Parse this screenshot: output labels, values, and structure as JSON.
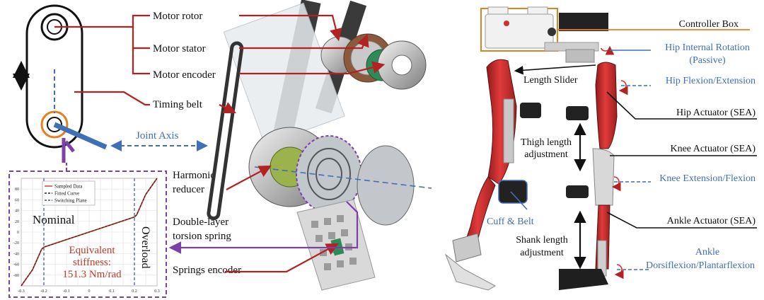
{
  "left_panel": {
    "labels": {
      "motor_rotor": "Motor rotor",
      "motor_stator": "Motor stator",
      "motor_encoder": "Motor encoder",
      "timing_belt": "Timing belt",
      "joint_axis": "Joint Axis",
      "harmonic_reducer_1": "Harmonic",
      "harmonic_reducer_2": "reducer",
      "torsion_spring_1": "Double-layer",
      "torsion_spring_2": "torsion spring",
      "springs_encoder": "Springs encoder"
    },
    "inset_chart": {
      "legend": [
        "Sampled Data",
        "Fitted Curve",
        "Switching Plane"
      ],
      "region_nominal": "Nominal",
      "region_overload": "Overload",
      "stiffness_line1": "Equivalent",
      "stiffness_line2": "stiffness:",
      "stiffness_line3": "151.3 Nm/rad"
    }
  },
  "chart_data": {
    "type": "line",
    "x": [
      -0.3,
      -0.25,
      -0.21,
      -0.2,
      0.2,
      0.21,
      0.25,
      0.3
    ],
    "series": [
      {
        "name": "Sampled Data",
        "values": [
          -100,
          -70,
          -32,
          -28,
          28,
          32,
          70,
          100
        ]
      },
      {
        "name": "Fitted Curve",
        "values": [
          -100,
          -70,
          -32,
          -28,
          28,
          32,
          70,
          100
        ]
      }
    ],
    "switching_plane_x": [
      -0.2,
      0.2
    ],
    "xticks": [
      "-0.3",
      "-0.2",
      "-0.1",
      "0",
      "0.1",
      "0.2",
      "0.3"
    ],
    "yticks": [
      "80",
      "60",
      "40",
      "20",
      "0",
      "-20",
      "-40",
      "-60",
      "-80"
    ],
    "xlim": [
      -0.3,
      0.3
    ],
    "ylim": [
      -100,
      100
    ],
    "grid": true,
    "legend_position": "top-left",
    "colors": {
      "sampled": "#c0392b",
      "fitted": "#222222",
      "switching": "#3a4fa0"
    }
  },
  "right_panel": {
    "labels": {
      "controller_box": "Controller Box",
      "hip_rotation_1": "Hip Internal Rotation",
      "hip_rotation_2": "(Passive)",
      "length_slider": "Length Slider",
      "hip_flexion": "Hip Flexion/Extension",
      "hip_actuator": "Hip Actuator (SEA)",
      "thigh_length_1": "Thigh length",
      "thigh_length_2": "adjustment",
      "knee_actuator": "Knee Actuator (SEA)",
      "knee_extension": "Knee Extension/Flexion",
      "cuff_belt": "Cuff & Belt",
      "ankle_actuator": "Ankle Actuator (SEA)",
      "shank_length_1": "Shank length",
      "shank_length_2": "adjustment",
      "ankle_df_1": "Ankle",
      "ankle_df_2": "Dorsiflexion/Plantarflexion"
    }
  },
  "colors": {
    "leader_red": "#b22222",
    "leader_orange": "#e67e22",
    "joint_blue": "#3f6fb5",
    "inset_purple": "#7d3fa8",
    "robot_red": "#d32f2f",
    "text_black": "#111111"
  }
}
